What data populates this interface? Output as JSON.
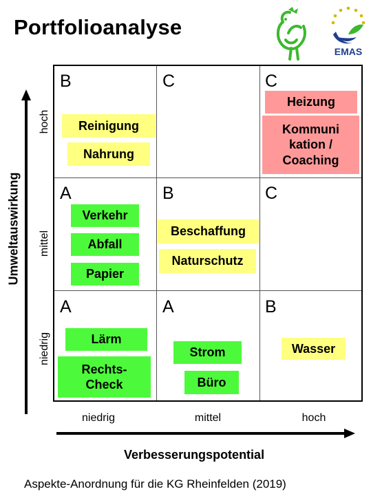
{
  "title": "Portfolioanalyse",
  "logo_text": "EMAS",
  "y_axis": {
    "label": "Umweltauswirkung",
    "ticks": [
      "hoch",
      "mittel",
      "niedrig"
    ]
  },
  "x_axis": {
    "label": "Verbesserungspotential",
    "ticks": [
      "niedrig",
      "mittel",
      "hoch"
    ]
  },
  "cells": {
    "r0c0": "B",
    "r0c1": "C",
    "r0c2": "C",
    "r1c0": "A",
    "r1c1": "B",
    "r1c2": "C",
    "r2c0": "A",
    "r2c1": "A",
    "r2c2": "B"
  },
  "items": {
    "reinigung": "Reinigung",
    "nahrung": "Nahrung",
    "heizung": "Heizung",
    "kommunikation": "Kommuni kation / Coaching",
    "verkehr": "Verkehr",
    "abfall": "Abfall",
    "papier": "Papier",
    "beschaffung": "Beschaffung",
    "naturschutz": "Naturschutz",
    "laerm": "Lärm",
    "rechtscheck": "Rechts- Check",
    "strom": "Strom",
    "buero": "Büro",
    "wasser": "Wasser"
  },
  "colors": {
    "yellow": "#ffff80",
    "green": "#4dfa3b",
    "red": "#ff9999",
    "logo_green": "#3cb82e",
    "logo_blue": "#1f3f8f"
  },
  "caption": "Aspekte-Anordnung für die KG Rheinfelden (2019)"
}
